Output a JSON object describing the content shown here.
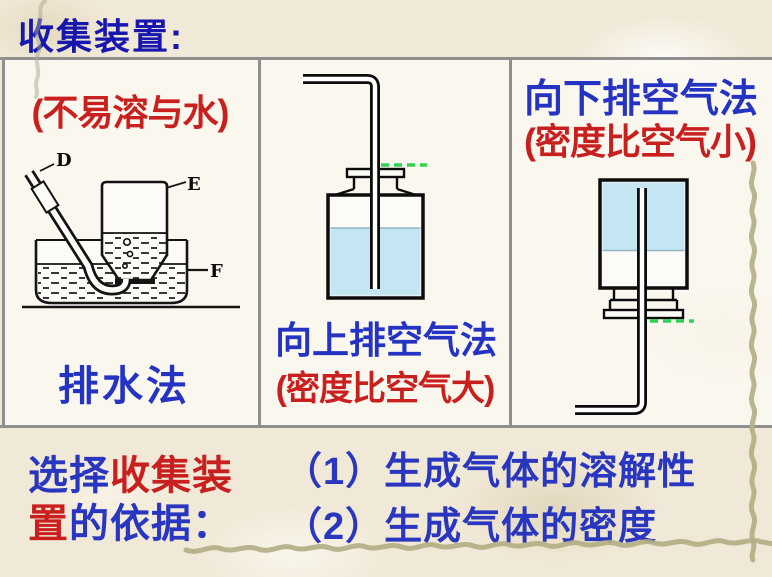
{
  "title": "收集装置:",
  "panels": [
    {
      "condition": "(不易溶与水)",
      "caption": "排水法",
      "labels": {
        "tube": "D",
        "bottle": "E",
        "trough": "F"
      }
    },
    {
      "caption": "向上排空气法",
      "condition": "(密度比空气大)"
    },
    {
      "caption": "向下排空气法",
      "condition": "(密度比空气小)"
    }
  ],
  "footer": {
    "lead": {
      "line1_blue": "选择",
      "line1_red": "收集装",
      "line2_red": "置",
      "line2_blue": "的依据："
    },
    "reasons": [
      "（1）生成气体的溶解性",
      "（2）生成气体的密度"
    ]
  },
  "colors": {
    "title_blue": "#1717ae",
    "caption_blue": "#2433c2",
    "condition_red": "#c81f1f",
    "gas_fill_blue": "#c3e6f2",
    "marker_green": "#2fd352",
    "table_border_gray": "#8f8f8f",
    "frame_tan": "#b2ad84",
    "background_cream": "#f1e9d7"
  }
}
